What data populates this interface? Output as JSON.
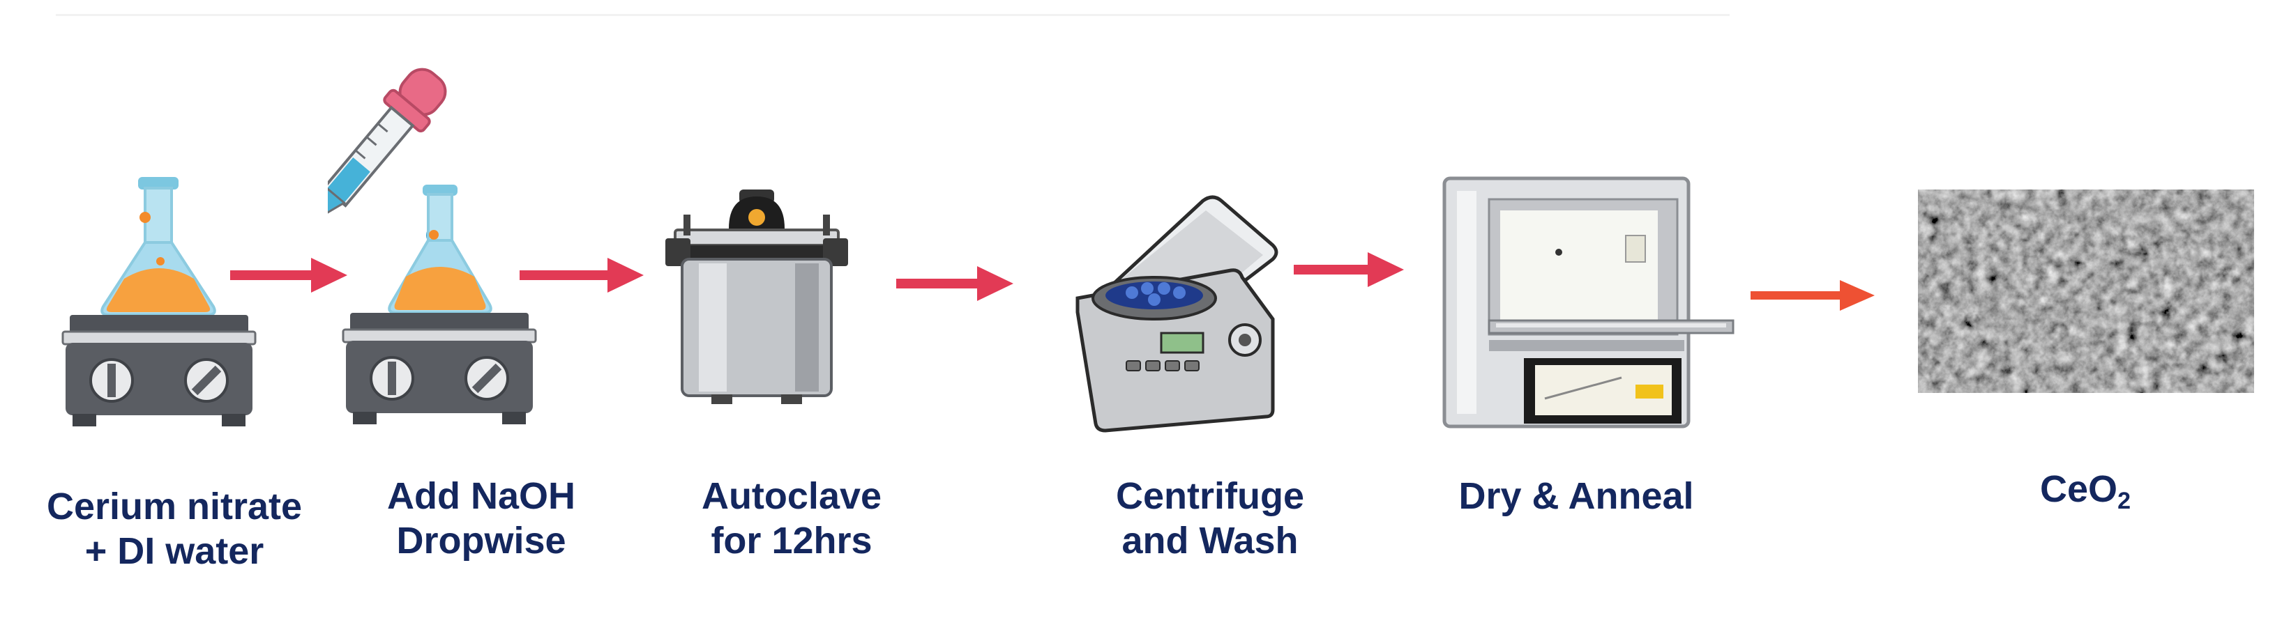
{
  "steps": [
    {
      "line1": "Cerium nitrate",
      "line2": "+ DI water"
    },
    {
      "line1": "Add NaOH",
      "line2": "Dropwise"
    },
    {
      "line1": "Autoclave",
      "line2": "for 12hrs"
    },
    {
      "line1": "Centrifuge",
      "line2": "and Wash"
    },
    {
      "line1": "Dry & Anneal"
    },
    {
      "formula_base": "CeO",
      "formula_sub": "2"
    }
  ],
  "colors": {
    "label_text": "#14275e",
    "arrow": "#e23a55",
    "last_arrow": "#ee5133",
    "flask_liquid": "#f7a13f",
    "flask_glass": "#9fd6ea",
    "hotplate": "#5a5d63"
  },
  "icons": [
    "hotplate-flask-icon",
    "dropper-icon",
    "autoclave-icon",
    "centrifuge-icon",
    "furnace-icon",
    "sem-image"
  ]
}
